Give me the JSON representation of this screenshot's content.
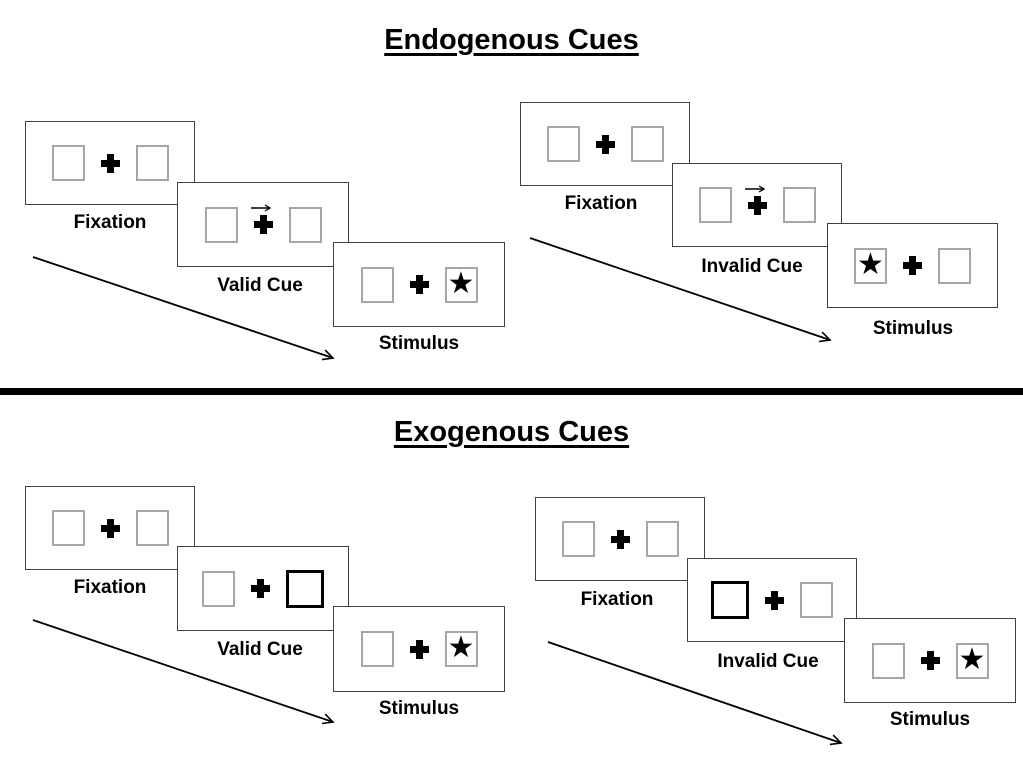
{
  "sections": [
    {
      "title": "Endogenous Cues",
      "panels": [
        {
          "name": "valid",
          "steps": [
            {
              "label": "Fixation"
            },
            {
              "label": "Valid Cue",
              "cue": "central-arrow-pointing-right"
            },
            {
              "label": "Stimulus",
              "star_side": "right"
            }
          ]
        },
        {
          "name": "invalid",
          "steps": [
            {
              "label": "Fixation"
            },
            {
              "label": "Invalid Cue",
              "cue": "central-arrow-pointing-right"
            },
            {
              "label": "Stimulus",
              "star_side": "left"
            }
          ]
        }
      ]
    },
    {
      "title": "Exogenous Cues",
      "panels": [
        {
          "name": "valid",
          "steps": [
            {
              "label": "Fixation"
            },
            {
              "label": "Valid Cue",
              "cue": "bold-outlined-box-right"
            },
            {
              "label": "Stimulus",
              "star_side": "right"
            }
          ]
        },
        {
          "name": "invalid",
          "steps": [
            {
              "label": "Fixation"
            },
            {
              "label": "Invalid Cue",
              "cue": "bold-outlined-box-left"
            },
            {
              "label": "Stimulus",
              "star_side": "right"
            }
          ]
        }
      ]
    }
  ],
  "glyphs": {
    "star": "★"
  },
  "colors": {
    "ink": "#000000",
    "card_border": "#404040",
    "square_border": "#a6a6a6",
    "background": "#ffffff"
  }
}
